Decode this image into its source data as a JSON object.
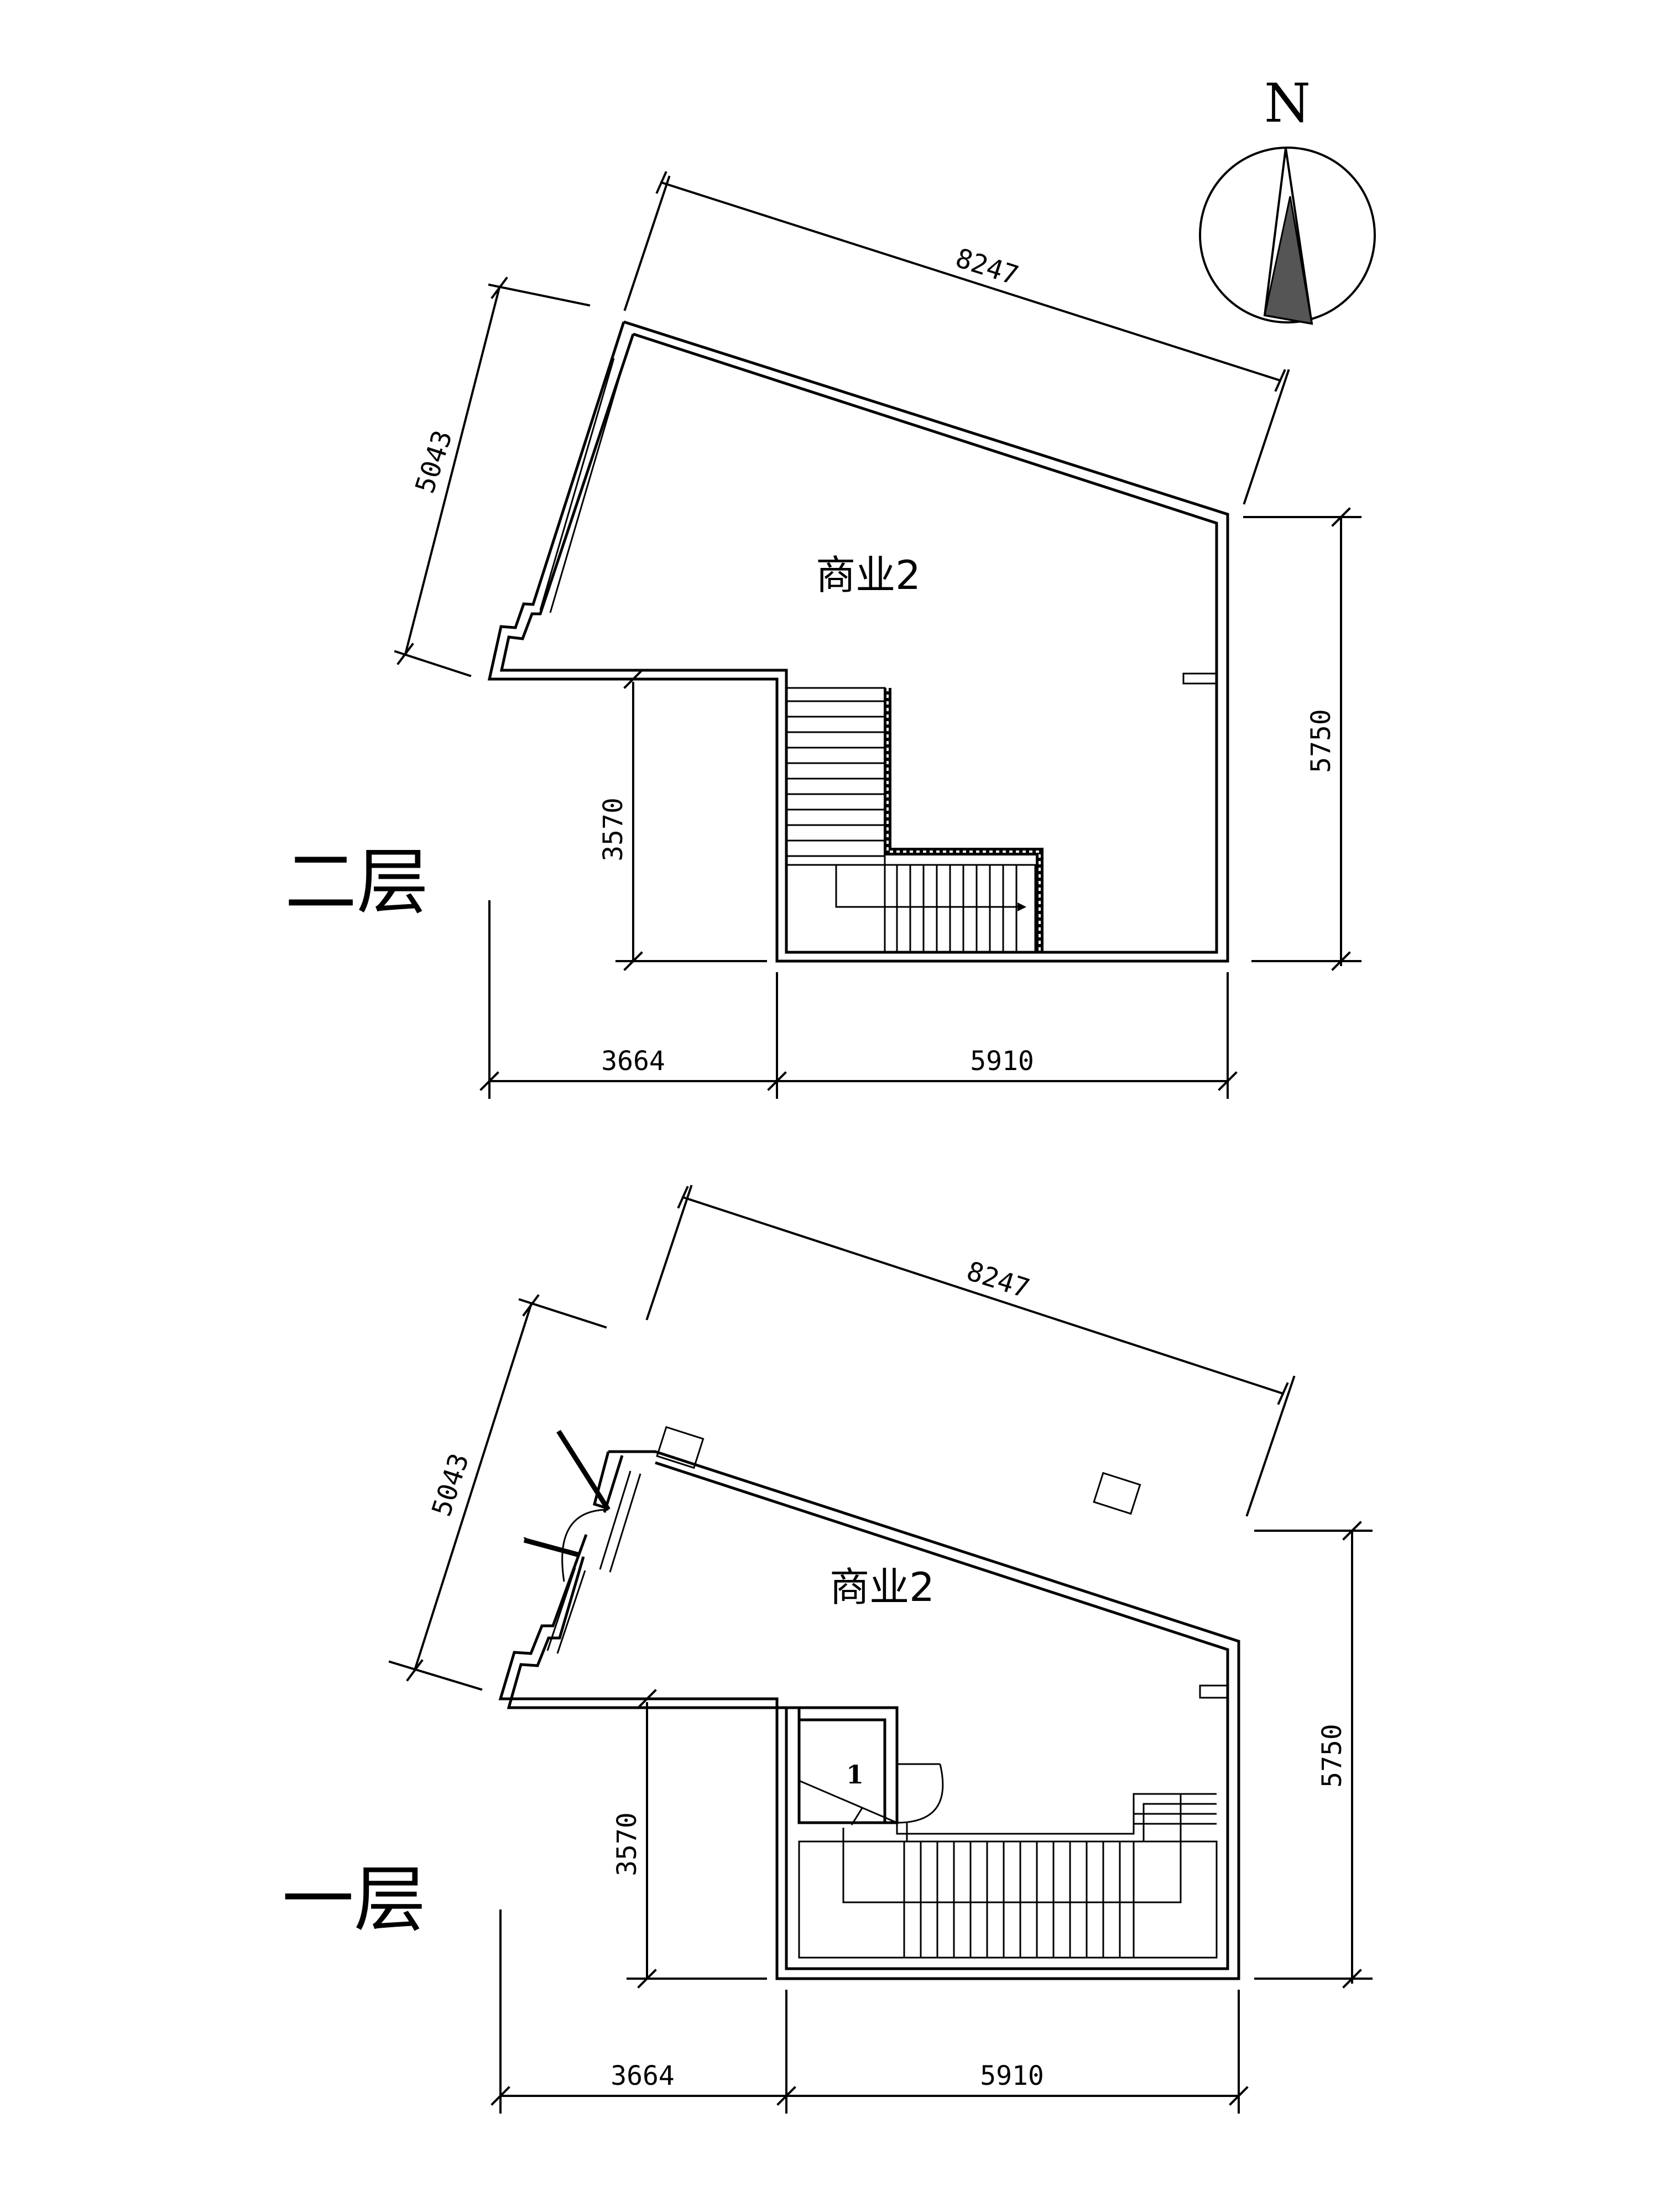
{
  "north_arrow": {
    "label": "N",
    "fill": "#555555"
  },
  "plans": [
    {
      "floor_label": "二层",
      "room_label": "商业2",
      "dims": {
        "top": "8247",
        "left": "5043",
        "right": "5750",
        "inner": "3570",
        "bottom_left": "3664",
        "bottom_right": "5910"
      }
    },
    {
      "floor_label": "一层",
      "room_label": "商业2",
      "door_mark": "1",
      "dims": {
        "top": "8247",
        "left": "5043",
        "right": "5750",
        "inner": "3570",
        "bottom_left": "3664",
        "bottom_right": "5910"
      }
    }
  ]
}
